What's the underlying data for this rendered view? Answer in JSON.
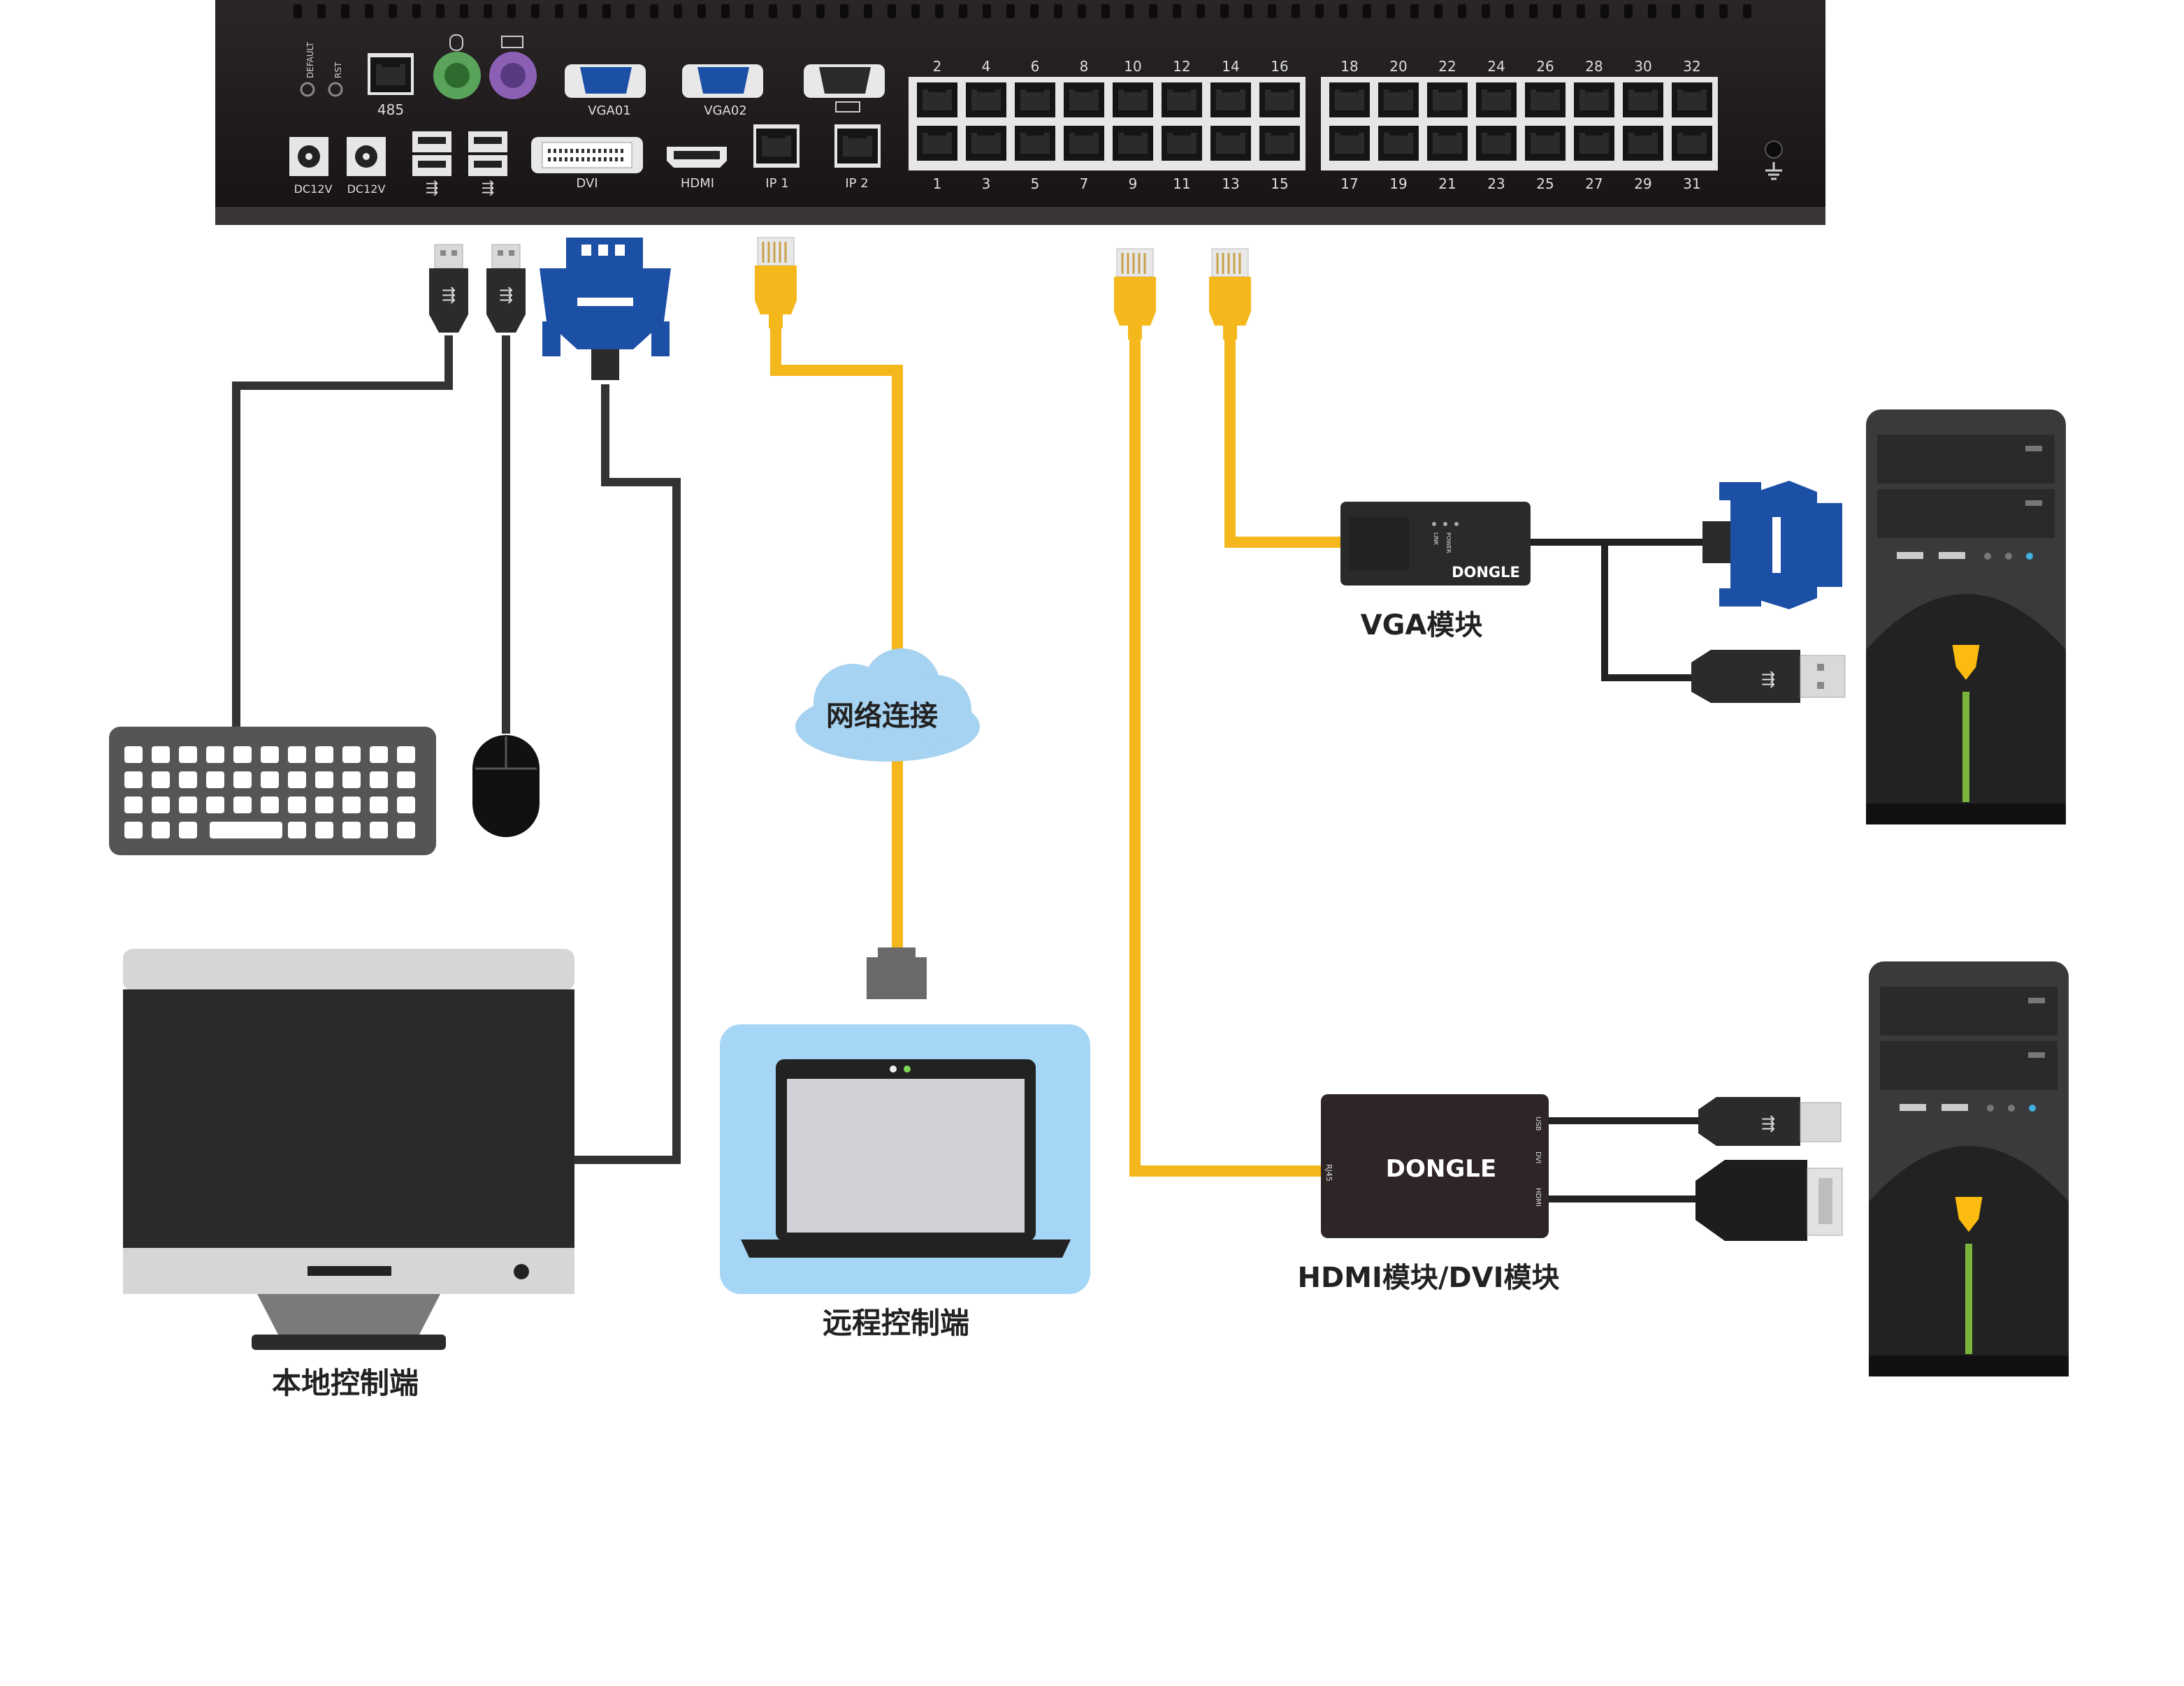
{
  "kvm_panel": {
    "default_label": "DEFAULT",
    "rst_label": "RST",
    "port_485": "485",
    "vga01": "VGA01",
    "vga02": "VGA02",
    "dc12v_1": "DC12V",
    "dc12v_2": "DC12V",
    "dvi": "DVI",
    "hdmi": "HDMI",
    "ip1": "IP 1",
    "ip2": "IP 2",
    "top_ports_a": [
      "2",
      "4",
      "6",
      "8",
      "10",
      "12",
      "14",
      "16"
    ],
    "top_ports_b": [
      "18",
      "20",
      "22",
      "24",
      "26",
      "28",
      "30",
      "32"
    ],
    "bottom_ports_a": [
      "1",
      "3",
      "5",
      "7",
      "9",
      "11",
      "13",
      "15"
    ],
    "bottom_ports_b": [
      "17",
      "19",
      "21",
      "23",
      "25",
      "27",
      "29",
      "31"
    ]
  },
  "cloud": {
    "label": "网络连接"
  },
  "local": {
    "label": "本地控制端"
  },
  "remote": {
    "label": "远程控制端"
  },
  "vga_module": {
    "label": "VGA模块",
    "device_text": "DONGLE",
    "power_label": "POWER",
    "link_label": "LINK"
  },
  "hdmi_module": {
    "label": "HDMI模块/DVI模块",
    "device_text": "DONGLE",
    "rj45_label": "RJ45",
    "usb_label": "USB",
    "hdmi_label": "HDMI",
    "dvi_label": "DVI"
  },
  "colors": {
    "panel": "#1f1b1c",
    "cable_yellow": "#f5b81c",
    "cable_dark": "#333333",
    "vga_blue": "#1c4fa6",
    "monitor_screen": "#2a2a2c",
    "cloud": "#a6d3f1",
    "laptop_bg": "#a6d6f6",
    "tower_accent": "#fbbb10",
    "tower_stripe": "#79b43b"
  }
}
